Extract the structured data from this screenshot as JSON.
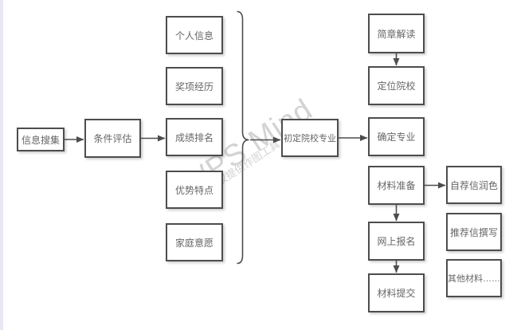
{
  "watermark": {
    "title": "WPS Mind",
    "subtitle": "WPS仅提供作图工具"
  },
  "flowchart": {
    "nodes": [
      {
        "id": "info-gathering",
        "label": "信息搜集"
      },
      {
        "id": "condition-evaluation",
        "label": "条件评估"
      },
      {
        "id": "personal-info",
        "label": "个人信息"
      },
      {
        "id": "award-experience",
        "label": "奖项经历"
      },
      {
        "id": "grade-ranking",
        "label": "成绩排名"
      },
      {
        "id": "strength-traits",
        "label": "优势特点"
      },
      {
        "id": "family-wishes",
        "label": "家庭意愿"
      },
      {
        "id": "initial-school-major",
        "label": "初定院校专业"
      },
      {
        "id": "brochure-reading",
        "label": "简章解读"
      },
      {
        "id": "locate-schools",
        "label": "定位院校"
      },
      {
        "id": "confirm-major",
        "label": "确定专业"
      },
      {
        "id": "material-preparation",
        "label": "材料准备"
      },
      {
        "id": "online-registration",
        "label": "网上报名"
      },
      {
        "id": "material-submission",
        "label": "材料提交"
      },
      {
        "id": "self-letter-polish",
        "label": "自荐信润色"
      },
      {
        "id": "rec-letter-writing",
        "label": "推荐信撰写"
      },
      {
        "id": "other-materials",
        "label": "其他材料……"
      }
    ],
    "edges": [
      {
        "from": "info-gathering",
        "to": "condition-evaluation",
        "dir": "h"
      },
      {
        "from": "condition-evaluation",
        "to": "grade-ranking",
        "dir": "h"
      },
      {
        "from": "brace",
        "to": "initial-school-major",
        "dir": "h"
      },
      {
        "from": "initial-school-major",
        "to": "confirm-major",
        "dir": "h"
      },
      {
        "from": "brochure-reading",
        "to": "locate-schools",
        "dir": "v"
      },
      {
        "from": "material-preparation",
        "to": "online-registration",
        "dir": "v"
      },
      {
        "from": "online-registration",
        "to": "material-submission",
        "dir": "v"
      },
      {
        "from": "material-preparation",
        "to": "self-letter-polish",
        "dir": "h"
      }
    ],
    "colors": {
      "line": "#4d4d4d",
      "node_border": "#4d4d4d",
      "node_text": "#666666",
      "watermark": "#d3d3d3",
      "page_edge": "#e8e8f3"
    }
  }
}
